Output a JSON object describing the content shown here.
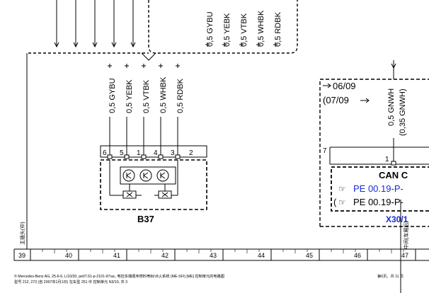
{
  "top_bus": {
    "wires": [
      "0,5 GYBU",
      "0,5 YEBK",
      "0,5 VTBK",
      "0,5 WHBK",
      "0,5 RDBK"
    ]
  },
  "b37": {
    "label": "B37",
    "wires": [
      "0,5 GYBU",
      "0,5 YEBK",
      "0,5 VTBK",
      "0,5 WHBK",
      "0,5 RDBK"
    ],
    "pins": [
      "6",
      "5",
      "1",
      "4",
      "3",
      "2"
    ]
  },
  "right_box": {
    "date1": "06/09",
    "date2": "(07/09",
    "wire_main": "0,5 GNWH",
    "wire_alt": "(0,35 GNWH)",
    "pin7": "7",
    "pin1": "1",
    "can_title": "CAN C",
    "link1": "PE 00.19-P-",
    "link2": "PE 00.19-P-",
    "connector": "X30/1",
    "side_text": "中间(车厢后)"
  },
  "left_side_text": "主插头(中)",
  "ruler": [
    "39",
    "40",
    "41",
    "42",
    "43",
    "44",
    "45",
    "46",
    "47"
  ],
  "footer": {
    "line1": "© Mercedes-Benz AG,  25-6-6, L/10/20, pe07.61-p-2101-97rac, 电控多端顺序燃料喷射/点火系统 (ME-SFI) [ME] 控制单元的电路图",
    "line2": "型号 212, 273 (自 2007年1月1日) 在车型 251 中 控制单元 N3/10, 共 3",
    "page": "第6页，共 11 页"
  },
  "colors": {
    "link_blue": "#1a2bd6"
  },
  "icons": [
    "hand-pointer-icon",
    "hand-pointer-icon"
  ]
}
